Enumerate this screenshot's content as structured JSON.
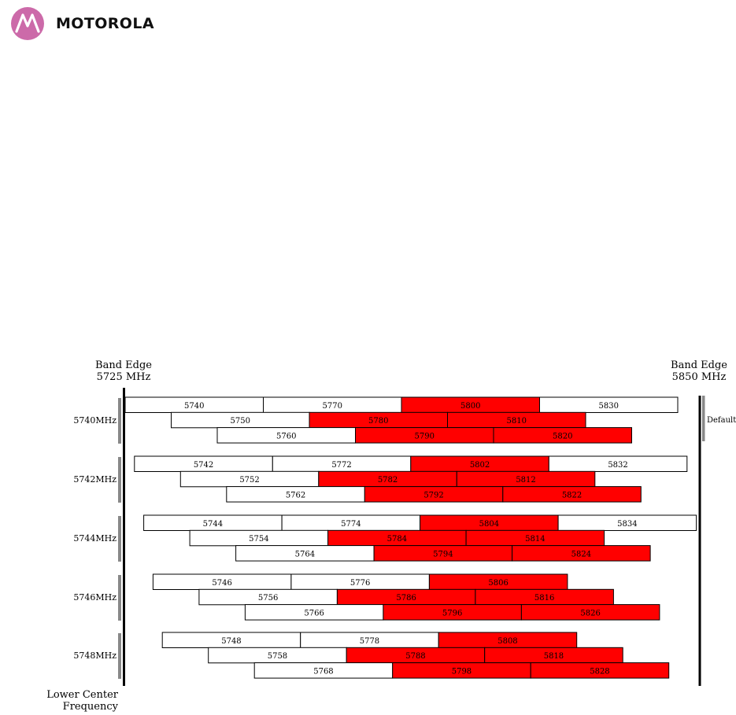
{
  "brand": {
    "name": "MOTOROLA",
    "logo_color": "#cc6aa9"
  },
  "colors": {
    "selected": "#ff0000",
    "unselected": "#ffffff",
    "outline": "#000000",
    "edge_line": "#000000",
    "group_bar": "#888888"
  },
  "band_edges": {
    "left": {
      "line1": "Band Edge",
      "line2": "5725 MHz"
    },
    "right": {
      "line1": "Band Edge",
      "line2": "5850 MHz"
    }
  },
  "default_label": "Default",
  "lower_center": {
    "line1": "Lower Center",
    "line2": "Frequency"
  },
  "groups": [
    {
      "label": "5740MHz",
      "rows": [
        [
          {
            "f": "5740",
            "sel": false
          },
          {
            "f": "5770",
            "sel": false
          },
          {
            "f": "5800",
            "sel": true
          },
          {
            "f": "5830",
            "sel": false
          }
        ],
        [
          {
            "f": "5750",
            "sel": false
          },
          {
            "f": "5780",
            "sel": true
          },
          {
            "f": "5810",
            "sel": true
          }
        ],
        [
          {
            "f": "5760",
            "sel": false
          },
          {
            "f": "5790",
            "sel": true
          },
          {
            "f": "5820",
            "sel": true
          }
        ]
      ]
    },
    {
      "label": "5742MHz",
      "rows": [
        [
          {
            "f": "5742",
            "sel": false
          },
          {
            "f": "5772",
            "sel": false
          },
          {
            "f": "5802",
            "sel": true
          },
          {
            "f": "5832",
            "sel": false
          }
        ],
        [
          {
            "f": "5752",
            "sel": false
          },
          {
            "f": "5782",
            "sel": true
          },
          {
            "f": "5812",
            "sel": true
          }
        ],
        [
          {
            "f": "5762",
            "sel": false
          },
          {
            "f": "5792",
            "sel": true
          },
          {
            "f": "5822",
            "sel": true
          }
        ]
      ]
    },
    {
      "label": "5744MHz",
      "rows": [
        [
          {
            "f": "5744",
            "sel": false
          },
          {
            "f": "5774",
            "sel": false
          },
          {
            "f": "5804",
            "sel": true
          },
          {
            "f": "5834",
            "sel": false
          }
        ],
        [
          {
            "f": "5754",
            "sel": false
          },
          {
            "f": "5784",
            "sel": true
          },
          {
            "f": "5814",
            "sel": true
          }
        ],
        [
          {
            "f": "5764",
            "sel": false
          },
          {
            "f": "5794",
            "sel": true
          },
          {
            "f": "5824",
            "sel": true
          }
        ]
      ]
    },
    {
      "label": "5746MHz",
      "rows": [
        [
          {
            "f": "5746",
            "sel": false
          },
          {
            "f": "5776",
            "sel": false
          },
          {
            "f": "5806",
            "sel": true
          }
        ],
        [
          {
            "f": "5756",
            "sel": false
          },
          {
            "f": "5786",
            "sel": true
          },
          {
            "f": "5816",
            "sel": true
          }
        ],
        [
          {
            "f": "5766",
            "sel": false
          },
          {
            "f": "5796",
            "sel": true
          },
          {
            "f": "5826",
            "sel": true
          }
        ]
      ]
    },
    {
      "label": "5748MHz",
      "rows": [
        [
          {
            "f": "5748",
            "sel": false
          },
          {
            "f": "5778",
            "sel": false
          },
          {
            "f": "5808",
            "sel": true
          }
        ],
        [
          {
            "f": "5758",
            "sel": false
          },
          {
            "f": "5788",
            "sel": true
          },
          {
            "f": "5818",
            "sel": true
          }
        ],
        [
          {
            "f": "5768",
            "sel": false
          },
          {
            "f": "5798",
            "sel": true
          },
          {
            "f": "5828",
            "sel": true
          }
        ]
      ]
    }
  ]
}
